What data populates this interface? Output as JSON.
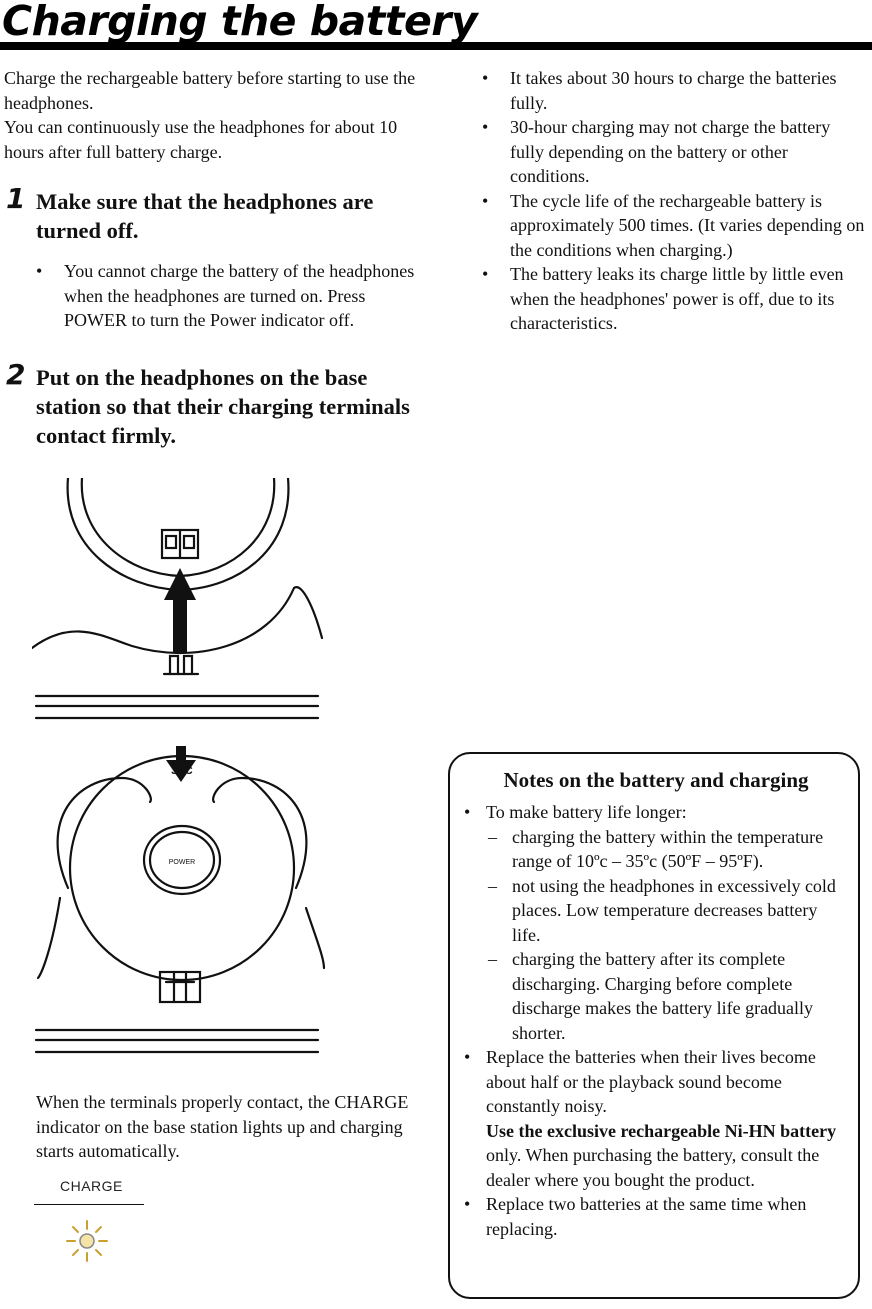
{
  "title": "Charging the battery",
  "intro": [
    "Charge the rechargeable battery before starting to use the headphones.",
    "You can continuously use the headphones for about 10 hours after full battery charge."
  ],
  "steps": [
    {
      "number": "1",
      "heading": "Make sure that the headphones are turned off.",
      "bullets": [
        "You cannot charge the battery of the headphones when the headphones are turned on. Press POWER to turn the Power indicator off."
      ]
    },
    {
      "number": "2",
      "heading": "Put on the headphones on the base station so that their charging terminals contact firmly."
    }
  ],
  "right_bullets": [
    "It takes about 30 hours to charge the batteries fully.",
    "30-hour charging may not charge the battery fully depending on the battery or other conditions.",
    "The cycle life of the rechargeable battery is approximately 500 times. (It varies depending on the conditions when charging.)",
    "The battery leaks its charge little by little even when the headphones' power is off, due to its characteristics."
  ],
  "illustration": {
    "brand_logo": "JVC",
    "power_button_label": "POWER"
  },
  "after_illustration": "When the terminals properly contact, the CHARGE indicator on the base station lights up and charging starts automatically.",
  "charge_label": "CHARGE",
  "notes": {
    "title": "Notes on the battery and charging",
    "item1": "To make battery life longer:",
    "subs": [
      "charging the battery within the temperature range of 10ºc – 35ºc (50ºF – 95ºF).",
      "not using the headphones in excessively cold places. Low temperature decreases battery life.",
      "charging the battery after its complete discharging. Charging before complete discharge makes the battery life gradually shorter."
    ],
    "item2": "Replace the batteries when their lives become about half or the playback sound become constantly noisy.",
    "item2_bold": "Use the exclusive rechargeable Ni-HN battery",
    "item2_after": "only. When purchasing the battery,  consult the dealer where you bought the product.",
    "item3": "Replace two batteries at the same time when replacing."
  },
  "colors": {
    "text": "#111111",
    "rule": "#000000",
    "light": "#e8c040"
  }
}
